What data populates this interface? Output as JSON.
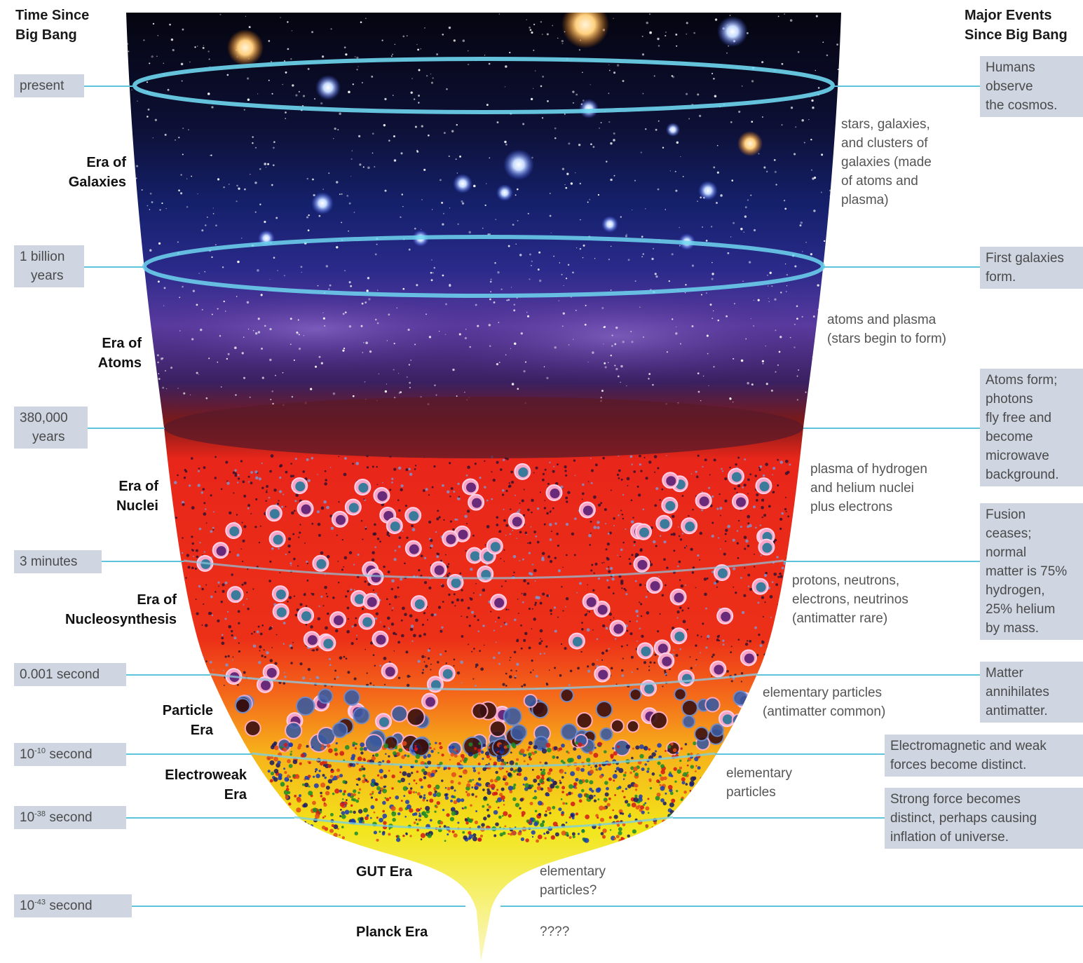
{
  "headers": {
    "left": [
      "Time Since",
      "Big Bang"
    ],
    "right": [
      "Major Events",
      "Since Big Bang"
    ]
  },
  "times": [
    {
      "id": "present",
      "lines": [
        "present"
      ]
    },
    {
      "id": "1-billion-years",
      "lines": [
        "1 billion",
        "years"
      ]
    },
    {
      "id": "380000-years",
      "lines": [
        "380,000",
        "years"
      ]
    },
    {
      "id": "3-minutes",
      "lines": [
        "3 minutes"
      ]
    },
    {
      "id": "0001-second",
      "lines": [
        "0.001 second"
      ]
    },
    {
      "id": "1e-10-second",
      "base": "10",
      "exp": "-10",
      "unit": " second"
    },
    {
      "id": "1e-38-second",
      "base": "10",
      "exp": "-38",
      "unit": " second"
    },
    {
      "id": "1e-43-second",
      "base": "10",
      "exp": "-43",
      "unit": " second"
    }
  ],
  "eras": [
    {
      "id": "galaxies",
      "lines": [
        "Era of",
        "Galaxies"
      ]
    },
    {
      "id": "atoms",
      "lines": [
        "Era of",
        "Atoms"
      ]
    },
    {
      "id": "nuclei",
      "lines": [
        "Era of",
        "Nuclei"
      ]
    },
    {
      "id": "nucleosynthesis",
      "lines": [
        "Era of",
        "Nucleosynthesis"
      ]
    },
    {
      "id": "particle",
      "lines": [
        "Particle",
        "Era"
      ]
    },
    {
      "id": "electroweak",
      "lines": [
        "Electroweak",
        "Era"
      ]
    },
    {
      "id": "gut",
      "lines": [
        "GUT Era"
      ]
    },
    {
      "id": "planck",
      "lines": [
        "Planck Era"
      ]
    }
  ],
  "descriptions": [
    {
      "id": "galaxies",
      "lines": [
        "stars, galaxies,",
        "and clusters of",
        "galaxies (made",
        "of atoms and",
        "plasma)"
      ]
    },
    {
      "id": "atoms",
      "lines": [
        "atoms and plasma",
        "(stars begin to form)"
      ]
    },
    {
      "id": "nuclei",
      "lines": [
        "plasma of hydrogen",
        "and helium nuclei",
        "plus electrons"
      ]
    },
    {
      "id": "nucleosynthesis",
      "lines": [
        "protons, neutrons,",
        "electrons, neutrinos",
        "(antimatter rare)"
      ]
    },
    {
      "id": "particle",
      "lines": [
        "elementary particles",
        "(antimatter common)"
      ]
    },
    {
      "id": "electroweak",
      "lines": [
        "elementary",
        "particles"
      ]
    },
    {
      "id": "gut",
      "lines": [
        "elementary",
        "particles?"
      ]
    },
    {
      "id": "planck",
      "lines": [
        "????"
      ]
    }
  ],
  "events": [
    {
      "id": "humans",
      "lines": [
        "Humans",
        "observe",
        "the cosmos."
      ]
    },
    {
      "id": "first-galaxies",
      "lines": [
        "First galaxies",
        "form."
      ]
    },
    {
      "id": "atoms-form",
      "lines": [
        "Atoms form;",
        "photons",
        "fly free and",
        "become",
        "microwave",
        "background."
      ]
    },
    {
      "id": "fusion",
      "lines": [
        "Fusion",
        "ceases;",
        "normal",
        "matter is 75%",
        "hydrogen,",
        "25% helium",
        "by mass."
      ]
    },
    {
      "id": "annihilation",
      "lines": [
        "Matter",
        "annihilates",
        "antimatter."
      ]
    },
    {
      "id": "electroweak-split",
      "lines": [
        "Electromagnetic and weak",
        "forces become distinct."
      ]
    },
    {
      "id": "strong-split",
      "lines": [
        "Strong force becomes",
        "distinct, perhaps causing",
        "inflation of universe."
      ]
    }
  ],
  "colors": {
    "timeline": "#5ec4dc",
    "label_bg": "#cfd6e2",
    "space_top": "#0a0a1e",
    "space_mid": "#15205a",
    "atoms": "#6a3a9a",
    "plasma_red": "#e8261a",
    "particle_orange": "#f59a1a",
    "electroweak_yellow": "#f2e51a"
  }
}
